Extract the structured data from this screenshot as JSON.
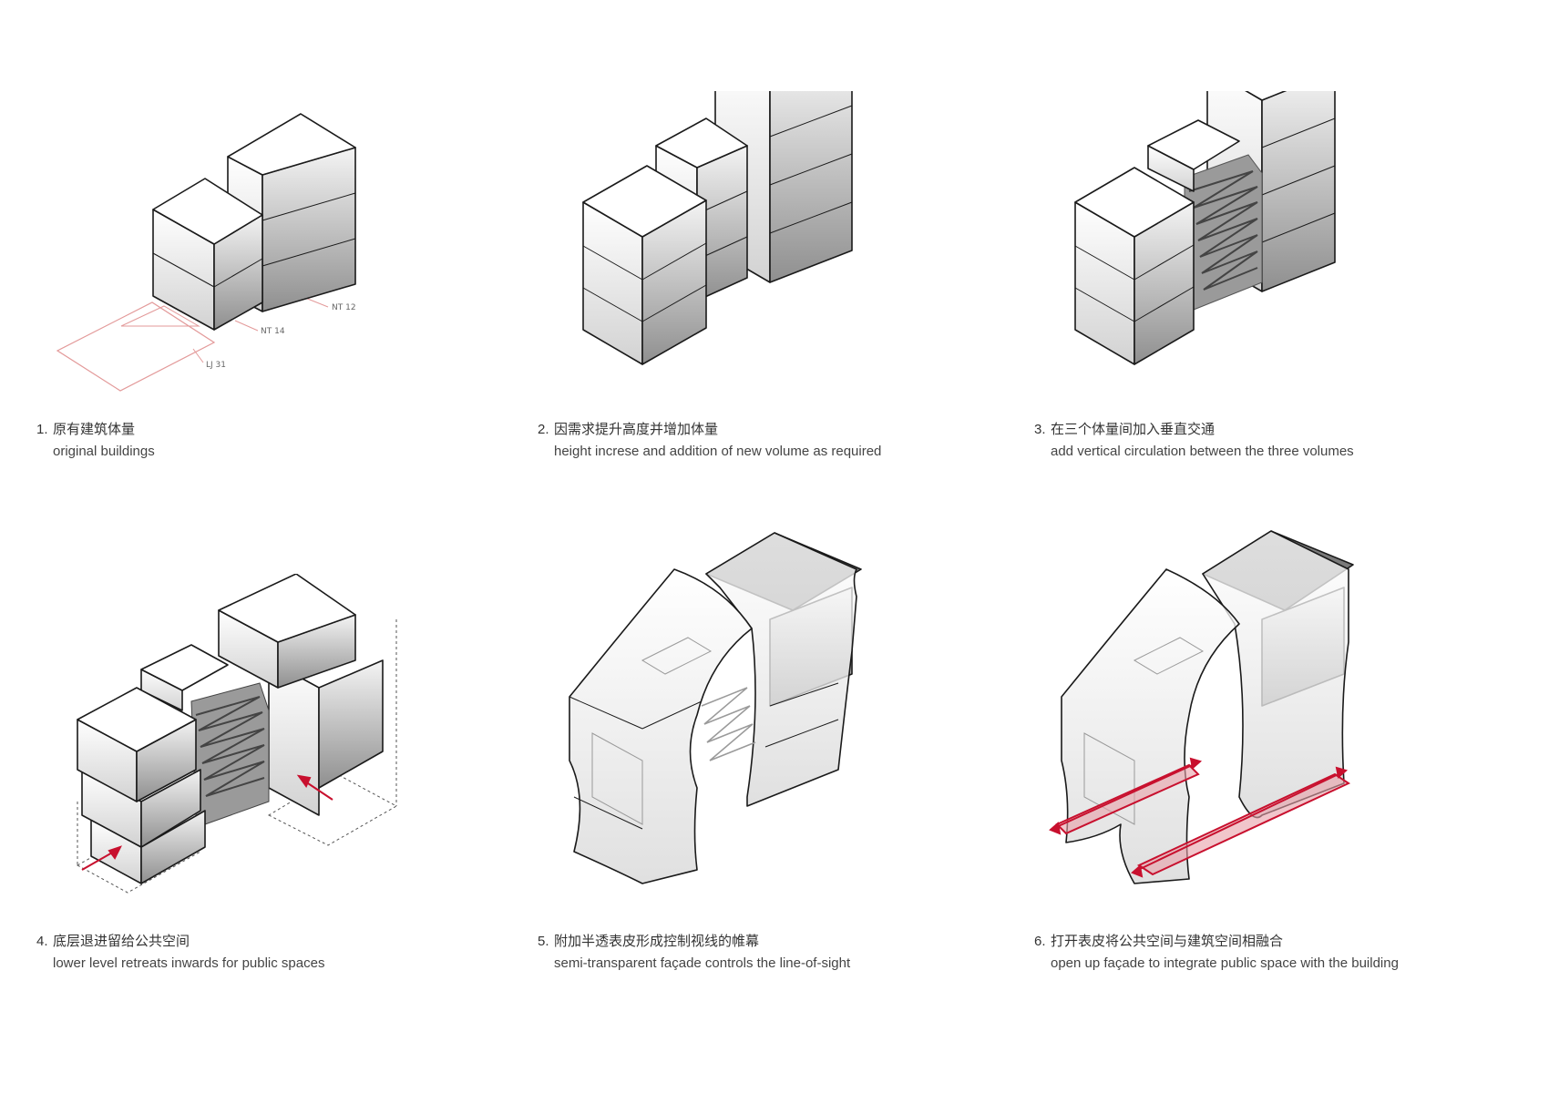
{
  "colors": {
    "accent": "#c8102e",
    "outline": "#1a1a1a",
    "plan_line": "#e39a9a"
  },
  "steps": [
    {
      "num": "1.",
      "zh": "原有建筑体量",
      "en": "original buildings",
      "tags": [
        "NT 12",
        "NT 14",
        "LJ 31"
      ]
    },
    {
      "num": "2.",
      "zh": "因需求提升高度并增加体量",
      "en": "height increse and addition of new volume as required"
    },
    {
      "num": "3.",
      "zh": "在三个体量间加入垂直交通",
      "en": "add vertical circulation between the three volumes"
    },
    {
      "num": "4.",
      "zh": "底层退进留给公共空间",
      "en": "lower level retreats inwards for public spaces"
    },
    {
      "num": "5.",
      "zh": "附加半透表皮形成控制视线的帷幕",
      "en": "semi-transparent façade controls the line-of-sight"
    },
    {
      "num": "6.",
      "zh": "打开表皮将公共空间与建筑空间相融合",
      "en": "open up façade to integrate public space with the building"
    }
  ]
}
